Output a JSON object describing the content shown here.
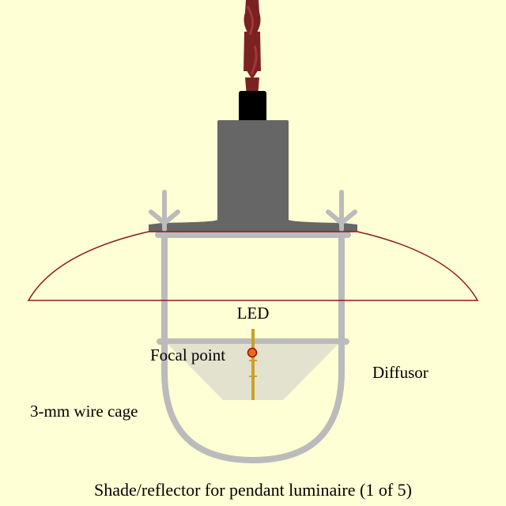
{
  "labels": {
    "led": "LED",
    "focal_point": "Focal point",
    "diffusor": "Diffusor",
    "wire_cage": "3-mm wire cage",
    "caption": "Shade/reflector for pendant luminaire (1 of 5)"
  },
  "colors": {
    "background": "#ffffd5",
    "cord": "#7a2222",
    "cord_highlight": "#a23636",
    "plug": "#000000",
    "socket": "#666666",
    "cage": "#bbbbbb",
    "shade": "#8b1a1a",
    "diffusor_fill": "#e2e2cf",
    "led_stem": "#c9a227",
    "focal_fill": "#e07020",
    "focal_stroke": "#b00000"
  }
}
